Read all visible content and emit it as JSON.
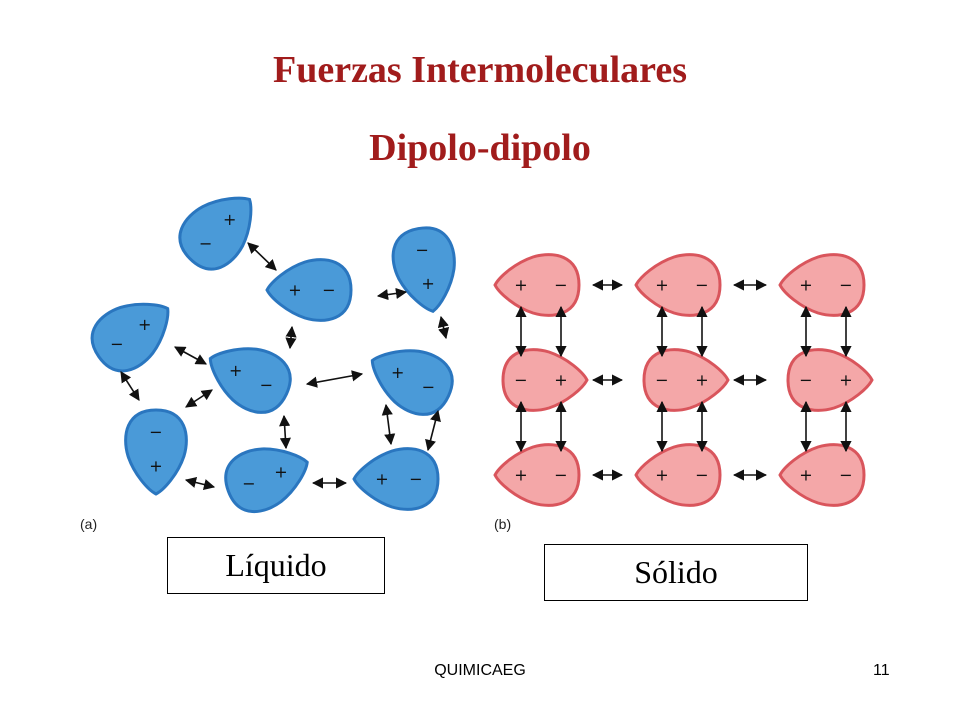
{
  "header": {
    "title": "Fuerzas Intermoleculares",
    "subtitle": "Dipolo-dipolo"
  },
  "panels": {
    "a": {
      "tag": "(a)",
      "label": "Líquido"
    },
    "b": {
      "tag": "(b)",
      "label": "Sólido"
    }
  },
  "footer": {
    "left": "QUIMICAEG",
    "page": "11"
  },
  "symbols": {
    "plus": "+",
    "minus": "−"
  },
  "colors": {
    "title": "#a11c1c",
    "liquid_fill": "#4a9ad8",
    "liquid_stroke": "#2a76bf",
    "solid_fill": "#f4a7a8",
    "solid_stroke": "#d9555c",
    "arrow": "#111111"
  }
}
